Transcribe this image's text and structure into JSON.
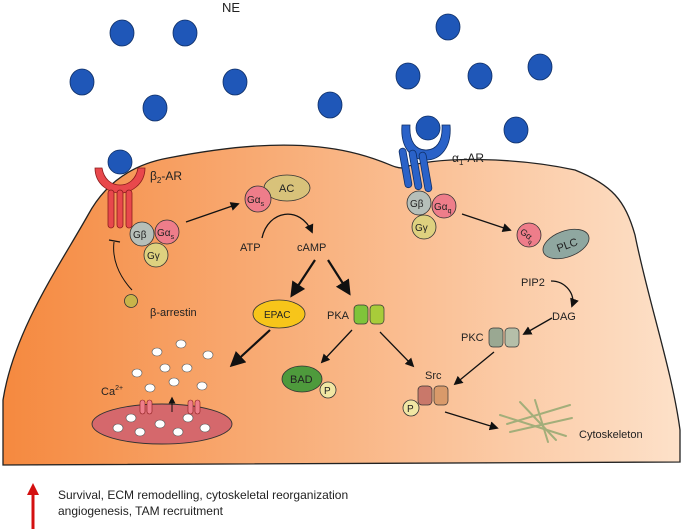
{
  "labels": {
    "ne": "NE",
    "b2ar_prefix": "β",
    "b2ar_sub": "2",
    "b2ar_suffix": "-AR",
    "a1ar_prefix": "α",
    "a1ar_sub": "1",
    "a1ar_suffix": "-AR",
    "ac": "AC",
    "atp": "ATP",
    "camp": "cAMP",
    "epac": "EPAC",
    "pka": "PKA",
    "bad": "BAD",
    "p": "P",
    "src": "Src",
    "pip2": "PIP2",
    "dag": "DAG",
    "pkc": "PKC",
    "plc": "PLC",
    "gb": "Gβ",
    "gg": "Gγ",
    "ga": "Gα",
    "sub_s": "s",
    "sub_q": "q",
    "ca_base": "Ca",
    "ca_sup": "2+",
    "barrestin": "β-arrestin",
    "cytoskeleton": "Cytoskeleton"
  },
  "legend": {
    "line1": "Survival, ECM remodelling, cytoskeletal reorganization",
    "line2": "angiogenesis, TAM recruitment"
  },
  "colors": {
    "cell_left": "#f5893f",
    "cell_right": "#fde1c9",
    "ne": "#1f57b8",
    "b2ar": "#e8484c",
    "a1ar": "#2a62c8",
    "galpha": "#ee7d8a",
    "gbeta": "#b6bfb9",
    "ggamma": "#ded17f",
    "ac": "#d8c27a",
    "epac": "#f7c51a",
    "pka": "#7fc43a",
    "bad": "#4e9a3c",
    "src": "#c9786a",
    "pkc": "#9aa892",
    "plc": "#8fa7a0",
    "er": "#d5686c",
    "arrow_red": "#d41010"
  }
}
